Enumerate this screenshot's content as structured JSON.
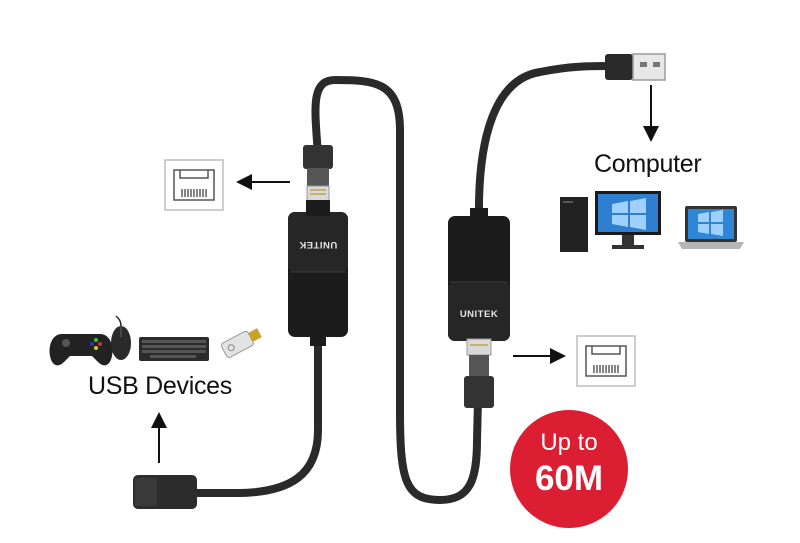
{
  "labels": {
    "computer": "Computer",
    "usb_devices": "USB Devices"
  },
  "badge": {
    "line1": "Up to",
    "line2": "60M",
    "color": "#dc1e32"
  },
  "brand": {
    "left_unit": "UNITEK",
    "right_unit": "UNITEK"
  },
  "icons": [
    "rj45-port-icon",
    "gamepad-icon",
    "mouse-icon",
    "keyboard-icon",
    "usb-flash-drive-icon",
    "desktop-pc-icon",
    "laptop-icon",
    "usb-a-plug-icon",
    "usb-a-female-connector-icon"
  ]
}
